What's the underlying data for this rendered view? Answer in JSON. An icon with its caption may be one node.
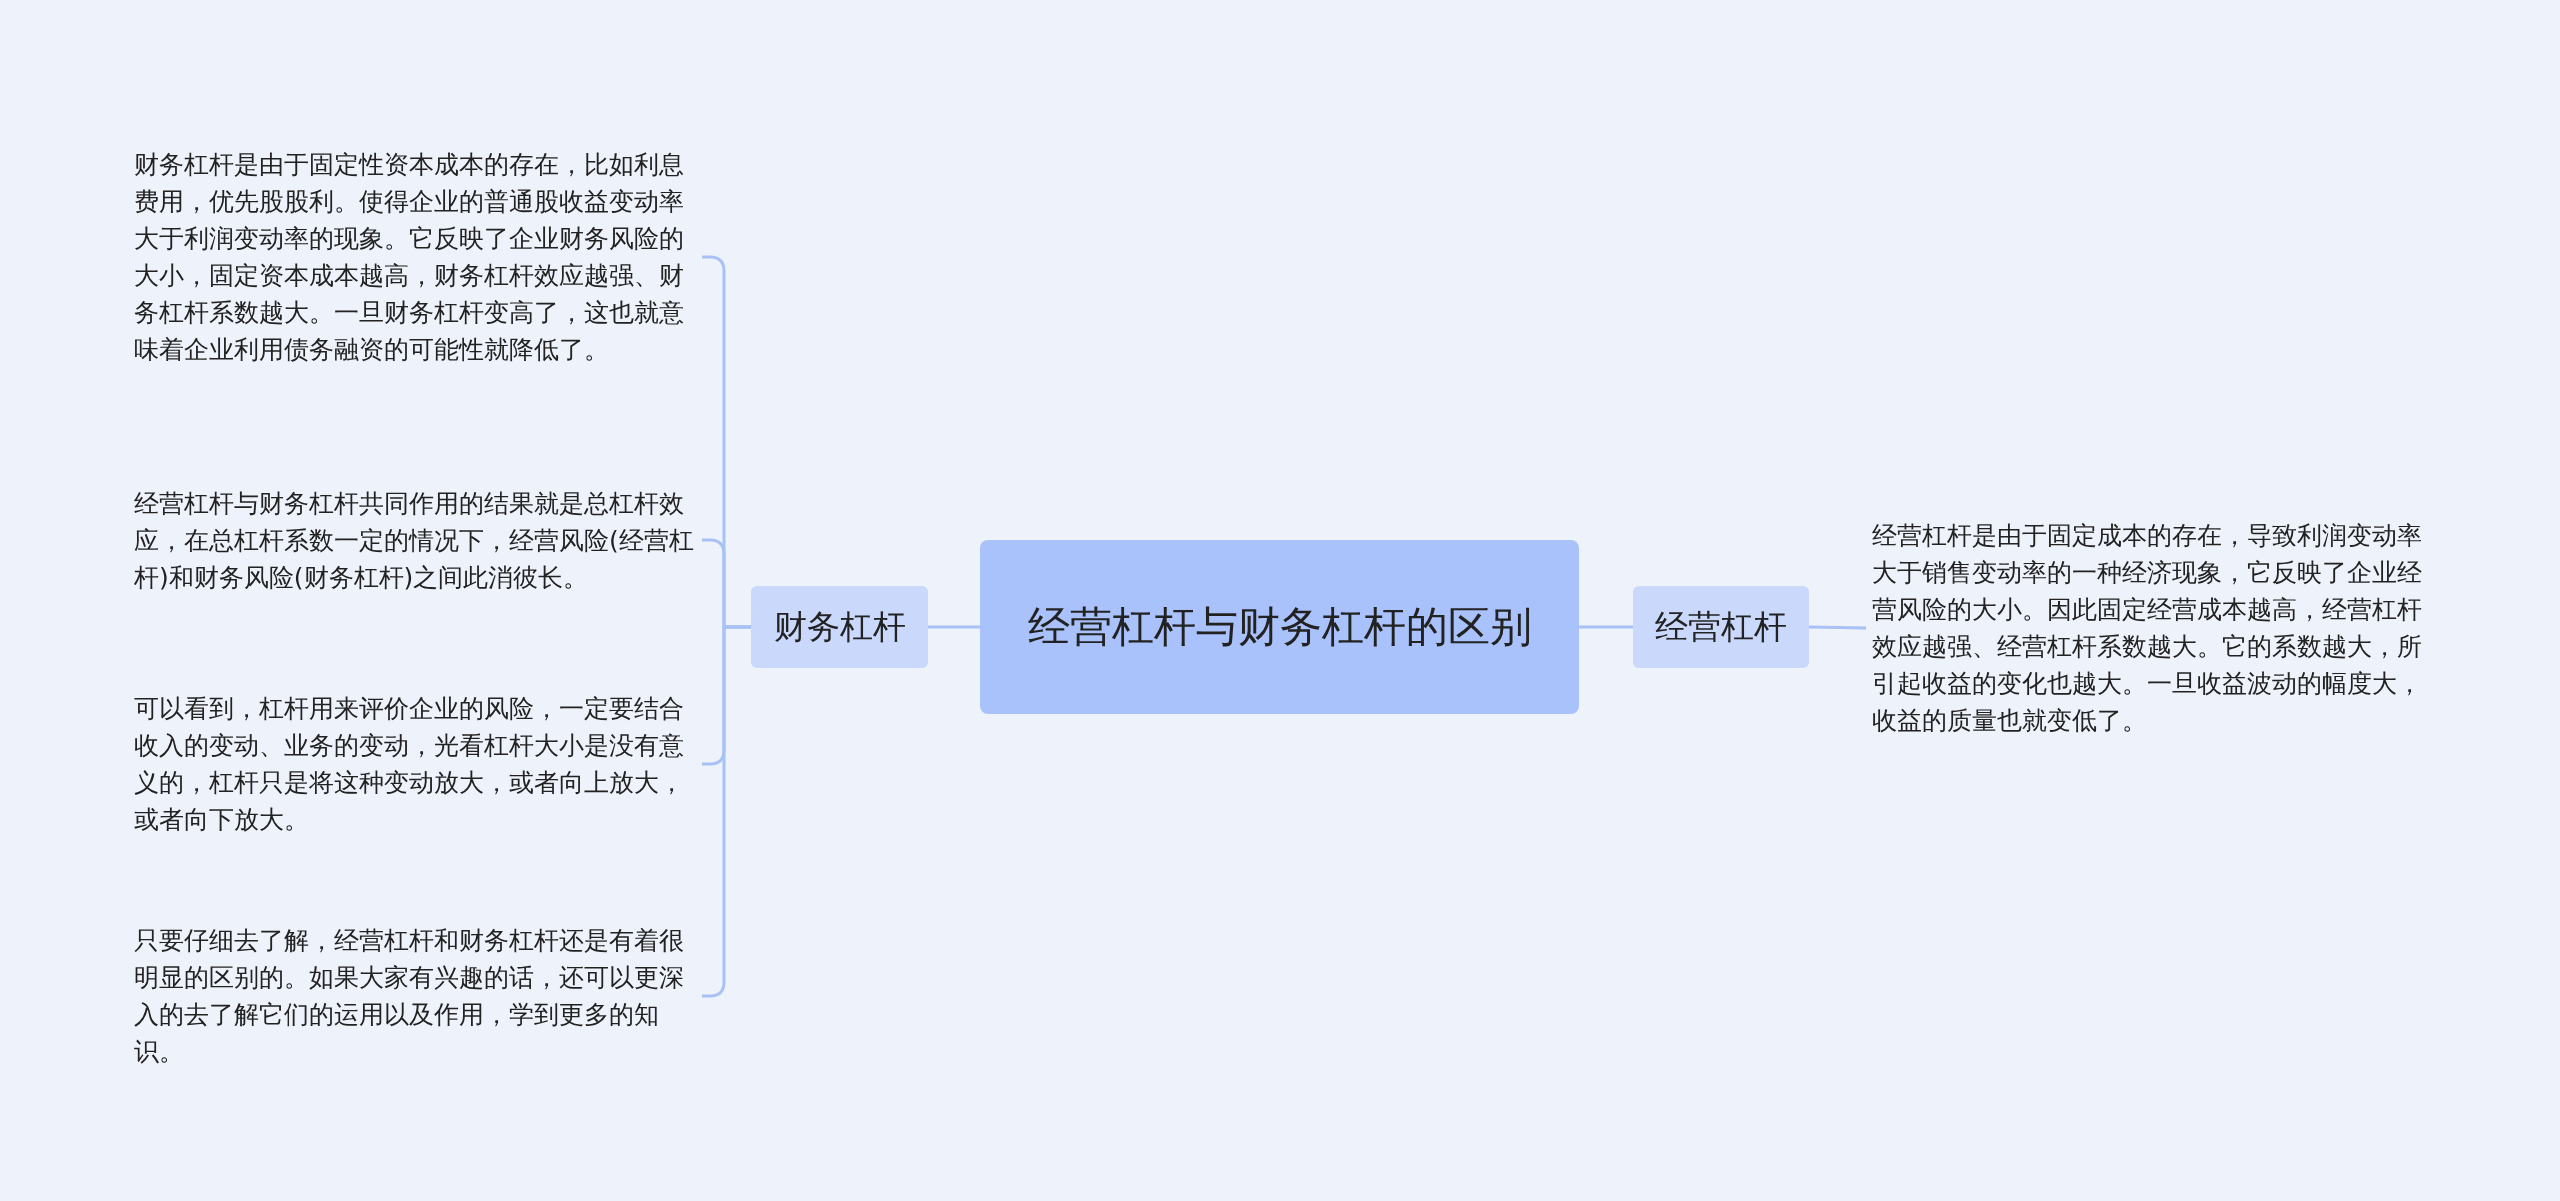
{
  "diagram": {
    "nodes": [
      {
        "text": [
          "经营杠杆与财务杠杆的区别"
        ]
      },
      {
        "text": [
          "财务杠杆"
        ]
      },
      {
        "text": [
          "财务杠杆是由于固定性资本成本的存在，比如利息费用，优先股股利。使得企业的普通股收益变动率大于利润变动率的现象。它反映了企业财务风险的大小，固定资本成本越高，财务杠杆效应越强、财务杠杆系数越大。一旦财务杠杆变高了，这也就意味着企业利用债务融资的可能性就降低了。"
        ]
      },
      {
        "text": [
          "经营杠杆与财务杠杆共同作用的结果就是总杠杆效应，在总杠杆系数一定的情况下，经营风险(经营杠杆)和财务风险(财务杠杆)之间此消彼长。"
        ]
      },
      {
        "text": [
          "可以看到，杠杆用来评价企业的风险，一定要结合收入的变动、业务的变动，光看杠杆大小是没有意义的，杠杆只是将这种变动放大，或者向上放大，或者向下放大。"
        ]
      },
      {
        "text": [
          "只要仔细去了解，经营杠杆和财务杠杆还是有着很明显的区别的。如果大家有兴趣的话，还可以更深入的去了解它们的运用以及作用，学到更多的知识。"
        ]
      },
      {
        "text": [
          "经营杠杆"
        ]
      },
      {
        "text": [
          "经营杠杆是由于固定成本的存在，导致利润变动率大于销售变动率的一种经济现象，它反映了企业经营风险的大小。因此固定经营成本越高，经营杠杆效应越强、经营杠杆系数越大。它的系数越大，所引起收益的变化也越大。一旦收益波动的幅度大，收益的质量也就变低了。"
        ]
      }
    ],
    "edges": [
      {
        "from": 0,
        "to": 1,
        "arrow": "none"
      },
      {
        "from": 1,
        "to": 2,
        "arrow": "none"
      },
      {
        "from": 1,
        "to": 3,
        "arrow": "none"
      },
      {
        "from": 1,
        "to": 4,
        "arrow": "none"
      },
      {
        "from": 1,
        "to": 5,
        "arrow": "none"
      },
      {
        "from": 0,
        "to": 6,
        "arrow": "none"
      },
      {
        "from": 6,
        "to": 7,
        "arrow": "none"
      }
    ]
  }
}
